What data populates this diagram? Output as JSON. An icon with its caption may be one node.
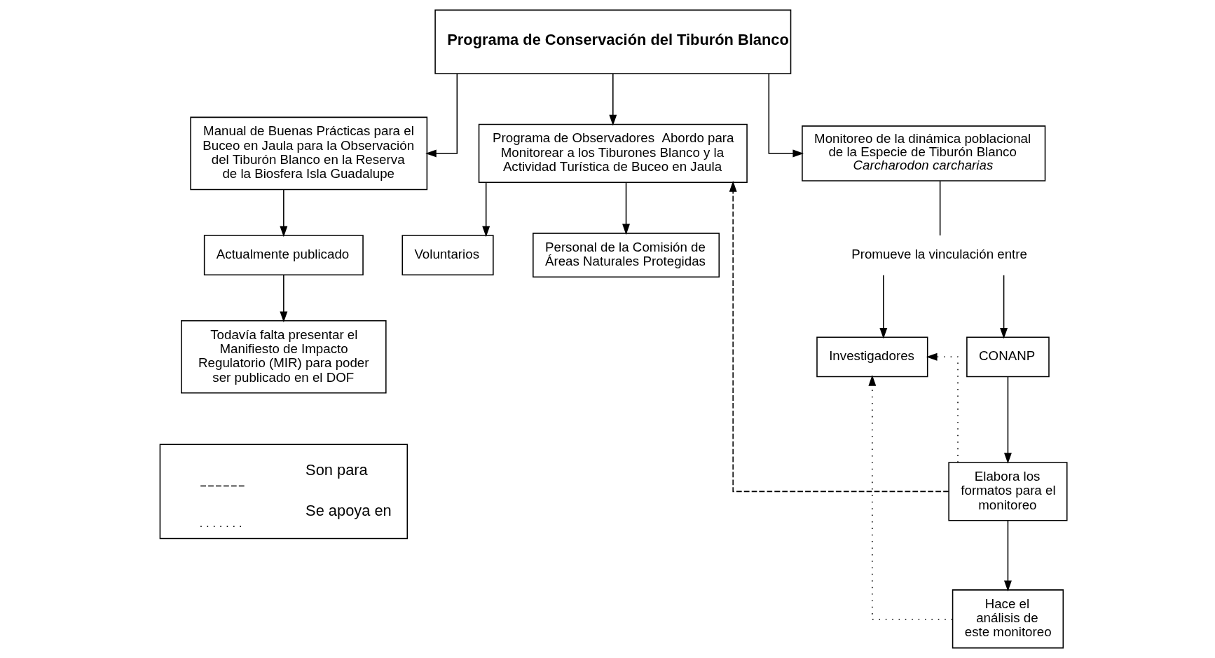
{
  "diagram": {
    "nodes": [
      {
        "text": [
          "Programa de Conservación del Tiburón Blanco"
        ]
      },
      {
        "text": [
          "Manual de Buenas Prácticas para el Buceo en Jaula para la Observación del Tiburón Blanco en la Reserva de la Biosfera Isla Guadalupe"
        ]
      },
      {
        "text": [
          "Programa de Observadores  Abordo para Monitorear a los Tiburones Blanco y la Actividad Turística de Buceo en Jaula"
        ]
      },
      {
        "text": [
          "Monitoreo de la dinámica poblacional de la Especie de Tiburón Blanco",
          "Carcharodon carcharias"
        ]
      },
      {
        "text": [
          "Actualmente publicado"
        ]
      },
      {
        "text": [
          "Todavía falta presentar el Manifiesto de Impacto Regulatorio (MIR) para poder ser publicado en el DOF"
        ]
      },
      {
        "text": [
          "Voluntarios"
        ]
      },
      {
        "text": [
          "Personal de la Comisión de Áreas Naturales Protegidas"
        ]
      },
      {
        "text": [
          "Promueve la vinculación entre"
        ]
      },
      {
        "text": [
          "Investigadores"
        ]
      },
      {
        "text": [
          "CONANP"
        ]
      },
      {
        "text": [
          "Elabora los formatos para el monitoreo"
        ]
      },
      {
        "text": [
          "Hace el análisis de este monitoreo"
        ]
      }
    ],
    "edges": [
      {
        "from": 0,
        "to": 1,
        "arrow": "to"
      },
      {
        "from": 0,
        "to": 2,
        "arrow": "to"
      },
      {
        "from": 0,
        "to": 3,
        "arrow": "to"
      },
      {
        "from": 1,
        "to": 4,
        "arrow": "to"
      },
      {
        "from": 4,
        "to": 5,
        "arrow": "to"
      },
      {
        "from": 2,
        "to": 6,
        "arrow": "to"
      },
      {
        "from": 2,
        "to": 7,
        "arrow": "to"
      },
      {
        "from": 3,
        "to": 8,
        "arrow": "none"
      },
      {
        "from": 8,
        "to": 9,
        "arrow": "to"
      },
      {
        "from": 8,
        "to": 10,
        "arrow": "to"
      },
      {
        "from": 10,
        "to": 11,
        "arrow": "to"
      },
      {
        "from": 11,
        "to": 12,
        "arrow": "to"
      },
      {
        "from": 11,
        "to": 2,
        "arrow": "to",
        "style": "dashed"
      },
      {
        "from": 11,
        "to": 9,
        "arrow": "to",
        "style": "dashed"
      },
      {
        "from": 12,
        "to": 9,
        "arrow": "to",
        "style": "dashed"
      }
    ],
    "legend": [
      {
        "text": "Son para"
      },
      {
        "text": "Se apoya en"
      }
    ]
  }
}
